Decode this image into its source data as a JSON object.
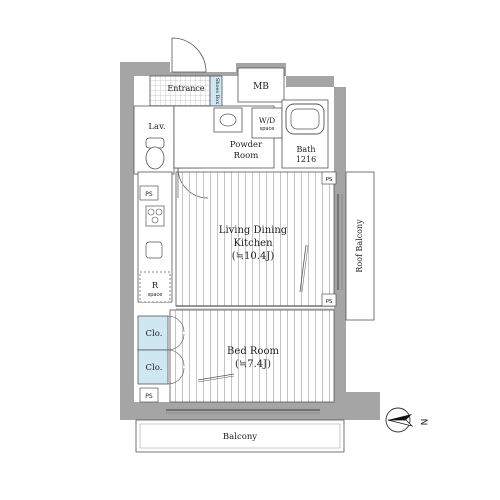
{
  "rooms": {
    "entrance": "Entrance",
    "shoes_box": "Shoes Box",
    "mb": "MB",
    "lav": "Lav.",
    "wd_line1": "W/D",
    "wd_line2": "space",
    "powder_line1": "Powder",
    "powder_line2": "Room",
    "bath_line1": "Bath",
    "bath_line2": "1216",
    "ldk_line1": "Living Dining",
    "ldk_line2": "Kitchen",
    "ldk_line3": "(≒10.4J)",
    "r_line1": "R",
    "r_line2": "space",
    "bed_line1": "Bed Room",
    "bed_line2": "(≒7.4J)",
    "clo1": "Clo.",
    "clo2": "Clo.",
    "ps1": "PS",
    "ps2": "PS",
    "ps3": "PS",
    "ps4": "PS",
    "roof_balcony": "Roof Balcony",
    "balcony": "Balcony"
  },
  "compass": {
    "label": "N"
  },
  "colors": {
    "wall": "#a5a5a5",
    "floor_lines": "#b5b5b5",
    "accent_blue": "#cfe6f3",
    "line": "#555555"
  }
}
